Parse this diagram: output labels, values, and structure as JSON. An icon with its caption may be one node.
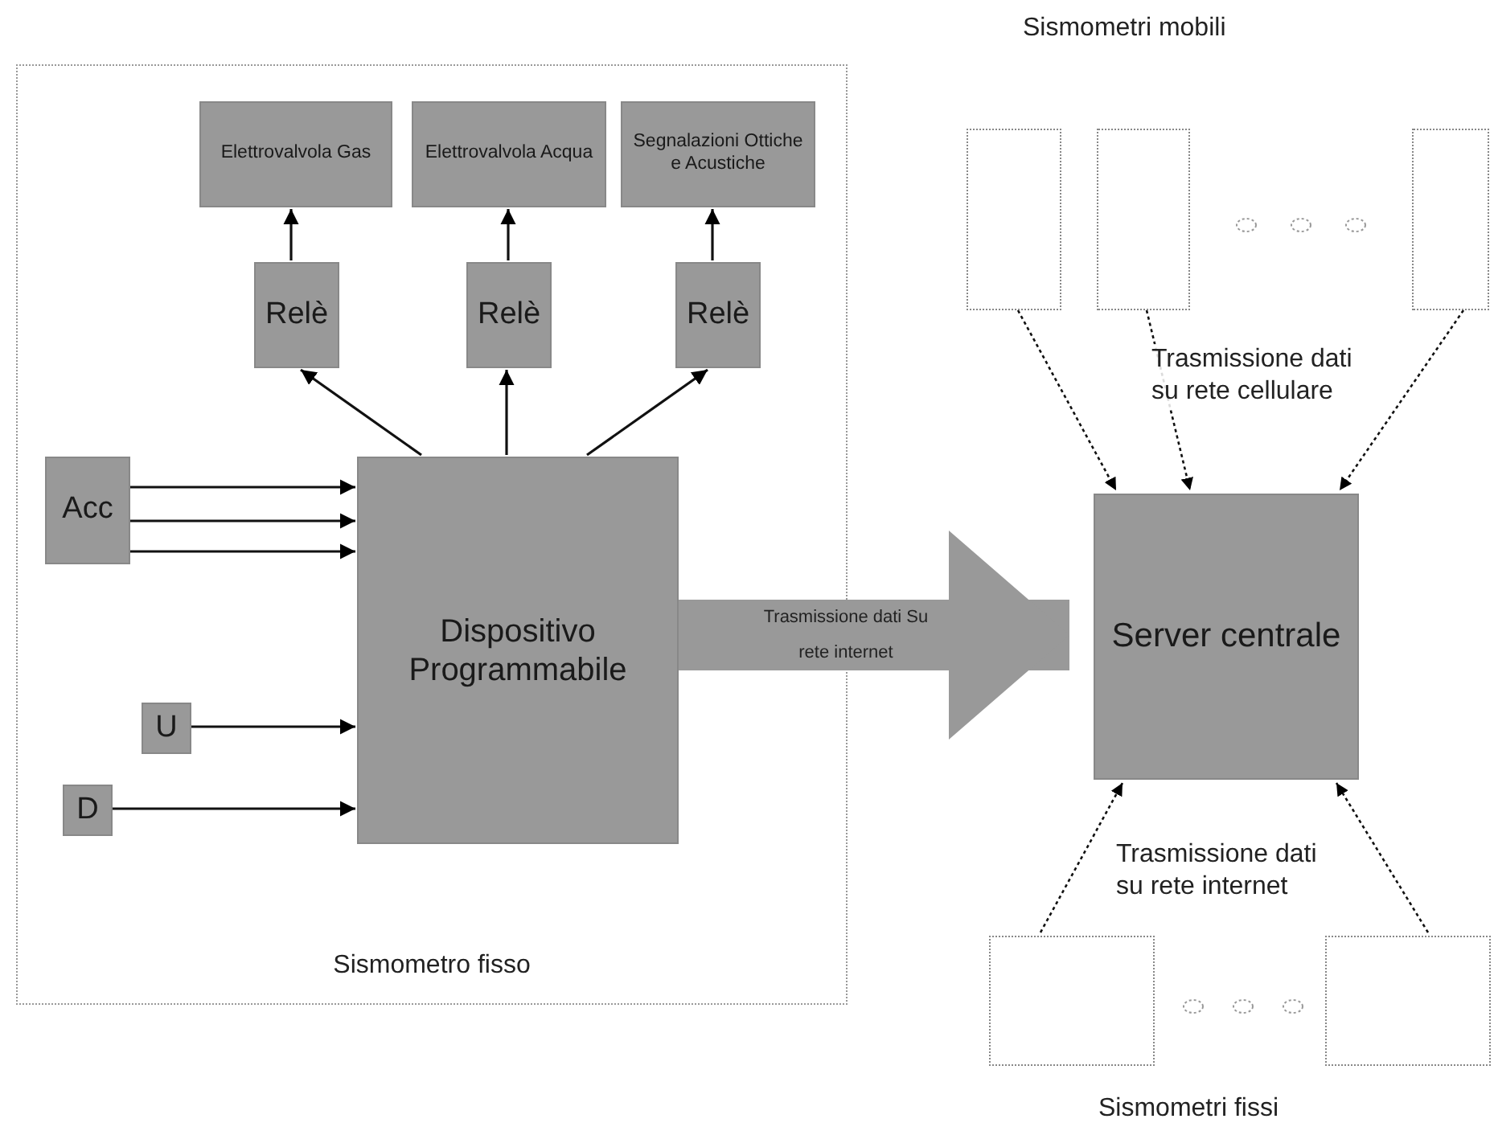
{
  "diagram": {
    "nodes": [
      {
        "text": [
          "Sismometro fisso"
        ]
      },
      {
        "text": [
          "Elettrovalvola Gas"
        ],
        "in": 0
      },
      {
        "text": [
          "Elettrovalvola Acqua"
        ],
        "in": 0
      },
      {
        "text": [
          "Segnalazioni Ottiche e Acustiche"
        ],
        "in": 0
      },
      {
        "text": [
          "Relè"
        ],
        "in": 0
      },
      {
        "text": [
          "Relè"
        ],
        "in": 0
      },
      {
        "text": [
          "Relè"
        ],
        "in": 0
      },
      {
        "text": [
          "Acc"
        ],
        "in": 0
      },
      {
        "text": [
          "Dispositivo Programmabile"
        ],
        "in": 0
      },
      {
        "text": [
          "U"
        ],
        "in": 0
      },
      {
        "text": [
          "D"
        ],
        "in": 0
      },
      {
        "text": [
          "Server centrale"
        ]
      },
      {
        "text": [],
        "shape": "box"
      },
      {
        "text": [],
        "shape": "box"
      },
      {
        "text": [],
        "shape": "box"
      },
      {
        "text": [],
        "shape": "box"
      },
      {
        "text": [],
        "shape": "box"
      }
    ],
    "edges": [
      {
        "from": 4,
        "to": 1,
        "arrow": "to"
      },
      {
        "from": 5,
        "to": 2,
        "arrow": "to"
      },
      {
        "from": 6,
        "to": 3,
        "arrow": "to"
      },
      {
        "from": 8,
        "to": 4,
        "arrow": "to"
      },
      {
        "from": 8,
        "to": 5,
        "arrow": "to"
      },
      {
        "from": 8,
        "to": 6,
        "arrow": "to"
      },
      {
        "from": 7,
        "to": 8,
        "arrow": "to"
      },
      {
        "from": 7,
        "to": 8,
        "arrow": "to"
      },
      {
        "from": 7,
        "to": 8,
        "arrow": "to"
      },
      {
        "from": 9,
        "to": 8,
        "arrow": "to"
      },
      {
        "from": 10,
        "to": 8,
        "arrow": "to"
      },
      {
        "from": 8,
        "to": 11,
        "arrow": "to",
        "label": "Trasmissione dati Su rete internet",
        "style": "thick",
        "color": "#999999"
      },
      {
        "from": 12,
        "to": 11,
        "arrow": "to",
        "style": "dashed"
      },
      {
        "from": 13,
        "to": 11,
        "arrow": "to",
        "style": "dashed"
      },
      {
        "from": 14,
        "to": 11,
        "arrow": "to",
        "style": "dashed"
      },
      {
        "from": 15,
        "to": 11,
        "arrow": "to",
        "style": "dashed"
      },
      {
        "from": 16,
        "to": 11,
        "arrow": "to",
        "style": "dashed"
      }
    ],
    "labels": [
      "Sismometri mobili",
      "Trasmissione dati su rete cellulare",
      "Trasmissione dati su rete internet",
      "Sismometri fissi"
    ]
  }
}
